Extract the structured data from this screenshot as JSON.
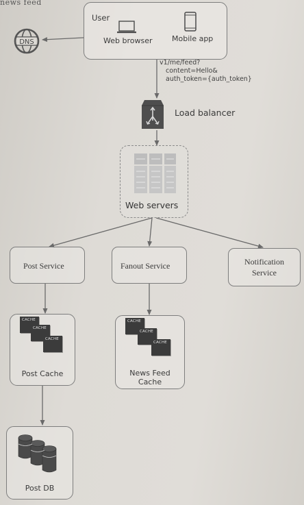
{
  "page_fragment": "news feed",
  "user_group": {
    "title": "User",
    "clients": [
      "Web browser",
      "Mobile app"
    ]
  },
  "dns": {
    "label": "DNS"
  },
  "request": {
    "line1": "v1/me/feed?",
    "line2": "content=Hello&",
    "line3": "auth_token={auth_token}"
  },
  "load_balancer": {
    "label": "Load balancer"
  },
  "web_servers": {
    "label": "Web servers"
  },
  "services": {
    "post": "Post Service",
    "fanout": "Fanout Service",
    "notification_line1": "Notification",
    "notification_line2": "Service"
  },
  "caches": {
    "card_text": "CACHE",
    "post_cache": "Post Cache",
    "news_feed_line1": "News Feed",
    "news_feed_line2": "Cache"
  },
  "database": {
    "label": "Post DB"
  }
}
